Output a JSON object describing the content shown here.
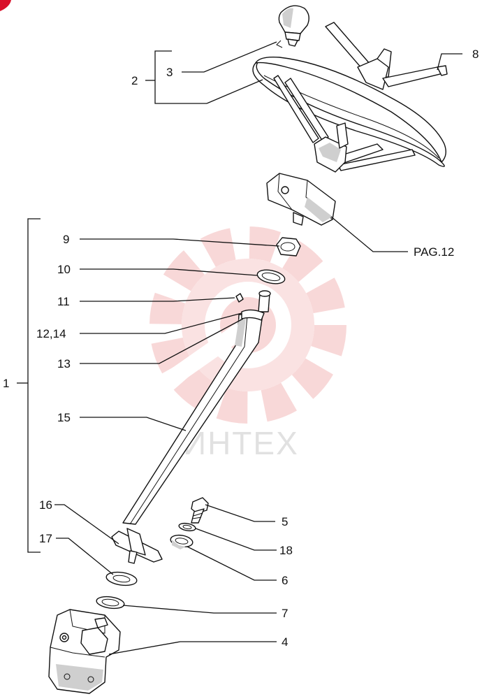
{
  "watermark": {
    "brand_text": "ИНТЕХ",
    "color": "#f3b9b9"
  },
  "corner_mark_color": "#d9102a",
  "labels": {
    "l1": "1",
    "l2": "2",
    "l3": "3",
    "l4": "4",
    "l5": "5",
    "l6": "6",
    "l7": "7",
    "l8": "8",
    "l9": "9",
    "l10": "10",
    "l11": "11",
    "l12_14": "12,14",
    "l13": "13",
    "l15": "15",
    "l16": "16",
    "l17": "17",
    "l18": "18",
    "pag": "PAG.12"
  }
}
